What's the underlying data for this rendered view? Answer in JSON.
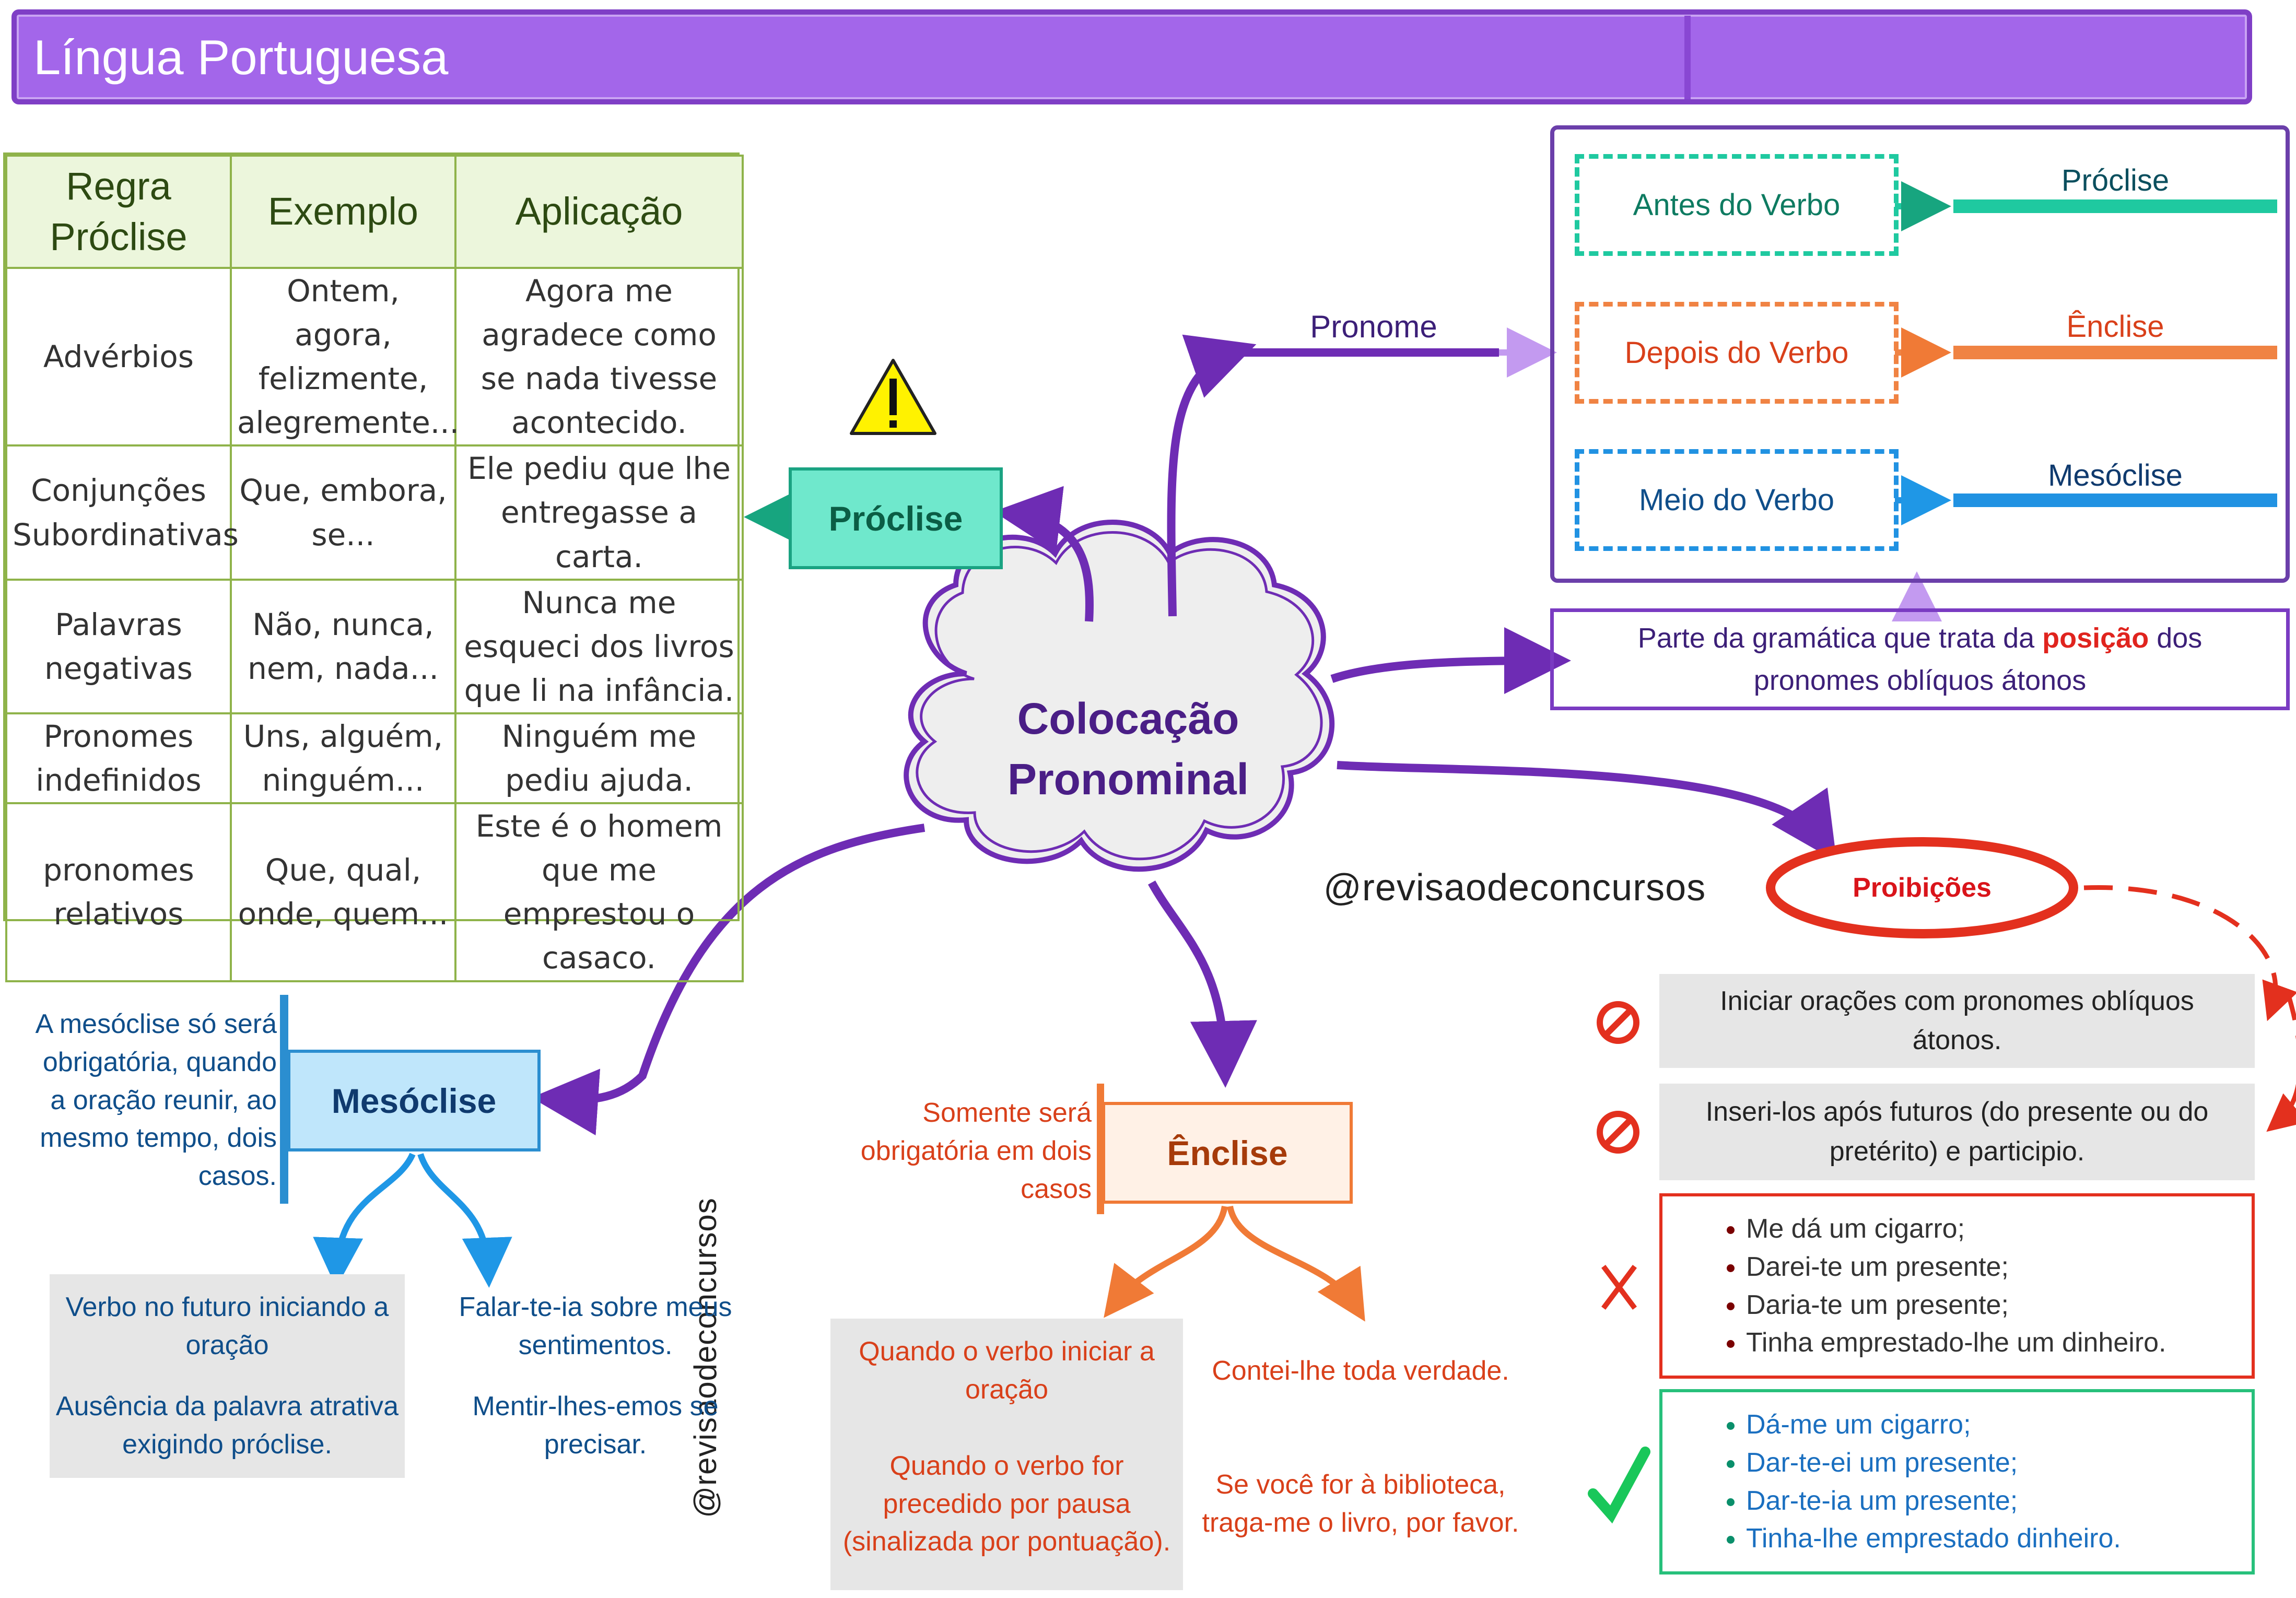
{
  "header": {
    "title": "Língua Portuguesa"
  },
  "table": {
    "headers": [
      "Regra Próclise",
      "Exemplo",
      "Aplicação"
    ],
    "rows": [
      [
        "Advérbios",
        "Ontem, agora, felizmente, alegremente...",
        "Agora me agradece como se nada tivesse acontecido."
      ],
      [
        "Conjunções Subordinativas",
        "Que, embora, se...",
        "Ele pediu que lhe entregasse a carta."
      ],
      [
        "Palavras negativas",
        "Não, nunca, nem, nada...",
        "Nunca me esqueci dos livros que li na infância."
      ],
      [
        "Pronomes indefinidos",
        "Uns, alguém, ninguém...",
        "Ninguém me pediu ajuda."
      ],
      [
        "pronomes relativos",
        "Que, qual, onde, quem...",
        "Este é o homem que me emprestou o casaco."
      ]
    ]
  },
  "center": {
    "line1": "Colocação",
    "line2": "Pronominal"
  },
  "proclise_node": {
    "label": "Próclise"
  },
  "pronome_label": "Pronome",
  "positions": [
    {
      "box": "Antes do Verbo",
      "label": "Próclise",
      "color": "#1fc9a0"
    },
    {
      "box": "Depois do Verbo",
      "label": "Ênclise",
      "color": "#f08343"
    },
    {
      "box": "Meio do Verbo",
      "label": "Mesóclise",
      "color": "#2192e2"
    }
  ],
  "definition": {
    "before": "Parte da gramática que trata da ",
    "highlight": "posição",
    "after": " dos pronomes oblíquos átonos"
  },
  "handle": "@revisaodeconcursos",
  "proibicoes": {
    "title": "Proibições",
    "items": [
      "Iniciar orações com pronomes oblíquos átonos.",
      "Inseri-los após futuros (do presente ou do pretérito) e participio."
    ],
    "wrong": [
      "Me dá um cigarro;",
      "Darei-te um presente;",
      "Daria-te um presente;",
      "Tinha emprestado-lhe um dinheiro."
    ],
    "right": [
      "Dá-me um cigarro;",
      "Dar-te-ei um presente;",
      "Dar-te-ia um presente;",
      "Tinha-lhe emprestado dinheiro."
    ]
  },
  "mesoclise": {
    "label": "Mesóclise",
    "note": "A mesóclise só será obrigatória, quando a oração reunir, ao mesmo tempo, dois casos.",
    "cases": [
      "Verbo no futuro iniciando a oração",
      "Ausência da palavra atrativa exigindo próclise."
    ],
    "examples": [
      "Falar-te-ia sobre meus sentimentos.",
      "Mentir-lhes-emos se precisar."
    ]
  },
  "enclise": {
    "label": "Ênclise",
    "note": "Somente será obrigatória em dois casos",
    "cases": [
      "Quando o verbo iniciar a oração",
      "Quando o verbo for precedido por pausa (sinalizada por pontuação)."
    ],
    "examples": [
      "Contei-lhe toda verdade.",
      "Se você for à biblioteca, traga-me o livro, por favor."
    ]
  },
  "colors": {
    "purple": "#6e2cb4",
    "header": "#a366ea",
    "red": "#e3301e",
    "green": "#27c07b",
    "blue": "#2b8ed0",
    "orange": "#f07a36"
  }
}
